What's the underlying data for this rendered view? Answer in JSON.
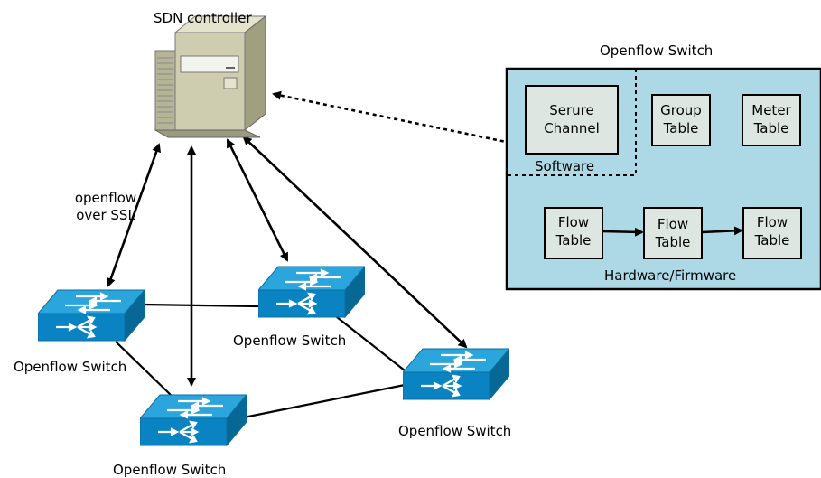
{
  "controller": {
    "label": "SDN controller"
  },
  "link_label": {
    "line1": "openflow",
    "line2": "over SSL"
  },
  "switches": [
    {
      "label": "Openflow Switch"
    },
    {
      "label": "Openflow Switch"
    },
    {
      "label": "Openflow Switch"
    },
    {
      "label": "Openflow Switch"
    }
  ],
  "detail": {
    "title": "Openflow Switch",
    "secure_channel": {
      "line1": "Serure",
      "line2": "Channel"
    },
    "software_label": "Software",
    "group_table": {
      "line1": "Group",
      "line2": "Table"
    },
    "meter_table": {
      "line1": "Meter",
      "line2": "Table"
    },
    "flow_tables": [
      {
        "line1": "Flow",
        "line2": "Table"
      },
      {
        "line1": "Flow",
        "line2": "Table"
      },
      {
        "line1": "Flow",
        "line2": "Table"
      }
    ],
    "hardware_label": "Hardware/Firmware"
  },
  "colors": {
    "panel_fill": "#add8e6",
    "switch_top": "#2aa6dc",
    "switch_front": "#0a83c2",
    "switch_side": "#076795",
    "box_fill": "#dde6e0",
    "server_body": "#cfcdb0"
  }
}
